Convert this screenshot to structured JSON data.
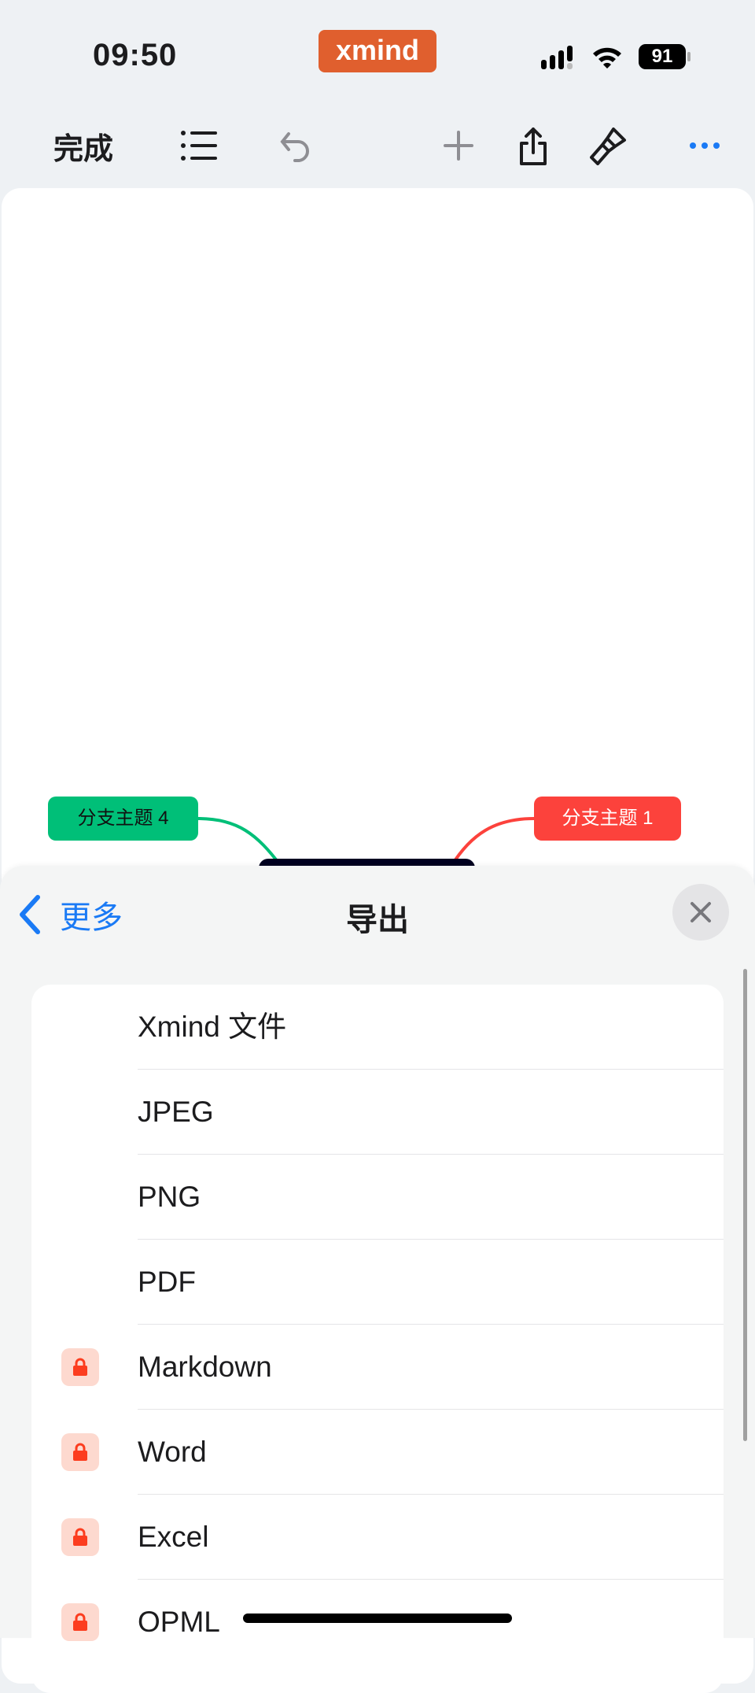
{
  "status_bar": {
    "time": "09:50",
    "app_badge": "xmind",
    "battery": "91"
  },
  "toolbar": {
    "done": "完成"
  },
  "mindmap": {
    "nodes": [
      {
        "label": "分支主题 4",
        "color": "#00bf78"
      },
      {
        "label": "分支主题 1",
        "color": "#fc423c"
      }
    ]
  },
  "sheet": {
    "back_label": "更多",
    "title": "导出",
    "items": [
      {
        "label": "Xmind 文件",
        "locked": false
      },
      {
        "label": "JPEG",
        "locked": false
      },
      {
        "label": "PNG",
        "locked": false
      },
      {
        "label": "PDF",
        "locked": false
      },
      {
        "label": "Markdown",
        "locked": true
      },
      {
        "label": "Word",
        "locked": true
      },
      {
        "label": "Excel",
        "locked": true
      },
      {
        "label": "OPML",
        "locked": true
      }
    ]
  },
  "colors": {
    "accent": "#1a7af5",
    "brand": "#e05f2e",
    "lock": "#fc3d1f"
  }
}
